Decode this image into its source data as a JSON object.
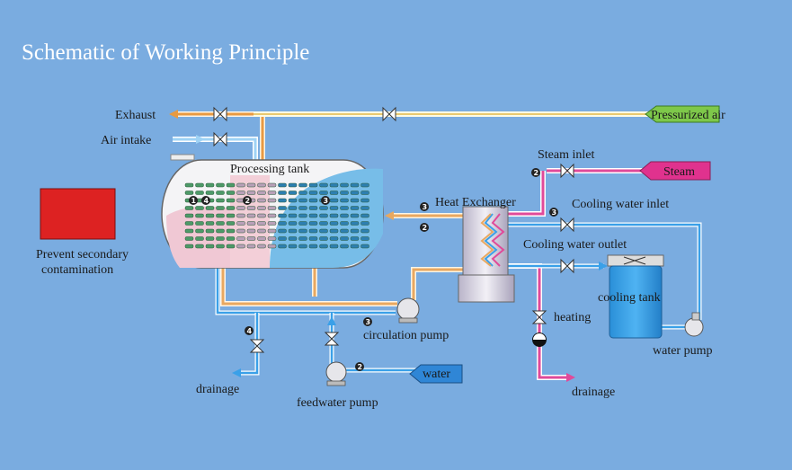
{
  "title": "Schematic of Working Principle",
  "labels": {
    "exhaust": "Exhaust",
    "air_intake": "Air intake",
    "pressurized_air": "Pressurized air",
    "processing_tank": "Processing tank",
    "prevent": "Prevent secondary",
    "contamination": "contamination",
    "heat_exchanger": "Heat Exchanger",
    "steam_inlet": "Steam inlet",
    "steam": "Steam",
    "cooling_water_inlet": "Cooling water inlet",
    "cooling_water_outlet": "Cooling water outlet",
    "cooling_tank": "cooling tank",
    "water_pump": "water pump",
    "heating": "heating",
    "drainage_left": "drainage",
    "drainage_right": "drainage",
    "circulation_pump": "circulation pump",
    "feedwater_pump": "feedwater pump",
    "water": "water"
  },
  "markers": {
    "m1": "1",
    "m2": "2",
    "m3": "3",
    "m4": "4"
  },
  "colors": {
    "background": "#7aace0",
    "red_box": "#dd2222",
    "steam_tag": "#e0328e",
    "air_tag": "#7ec84a",
    "water_tag": "#2f86d6",
    "pipe_orange": "#e89a42",
    "pipe_pink": "#e04a9a",
    "pipe_blue": "#3aa0e8"
  }
}
